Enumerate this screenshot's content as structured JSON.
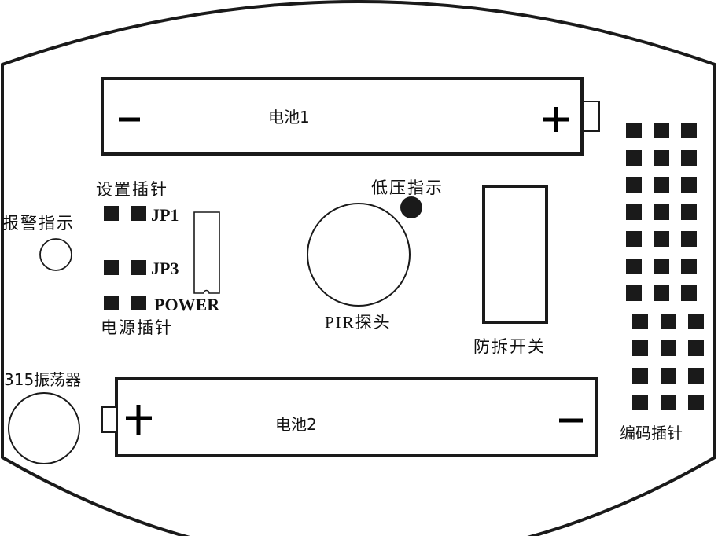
{
  "board": {
    "outline_color": "#1a1a1a",
    "pad_color": "#1a1a1a"
  },
  "battery1": {
    "label": "电池1",
    "negative_symbol": "−",
    "positive_symbol": "+"
  },
  "battery2": {
    "label": "电池2",
    "negative_symbol": "−",
    "positive_symbol": "+"
  },
  "setting_pins": {
    "label": "设置插针",
    "jumpers": [
      {
        "name": "JP1"
      },
      {
        "name": "JP3"
      },
      {
        "name": "POWER"
      }
    ]
  },
  "power_pins": {
    "label": "电源插针"
  },
  "alarm_indicator": {
    "label": "报警指示"
  },
  "low_voltage_indicator": {
    "label": "低压指示"
  },
  "pir_sensor": {
    "label": "PIR探头"
  },
  "tamper_switch": {
    "label": "防拆开关"
  },
  "oscillator": {
    "label": "315振荡器"
  },
  "encoding_pins": {
    "label": "编码插针",
    "upper_block": {
      "rows": 7,
      "cols": 3
    },
    "lower_block": {
      "rows": 4,
      "cols": 3
    }
  }
}
